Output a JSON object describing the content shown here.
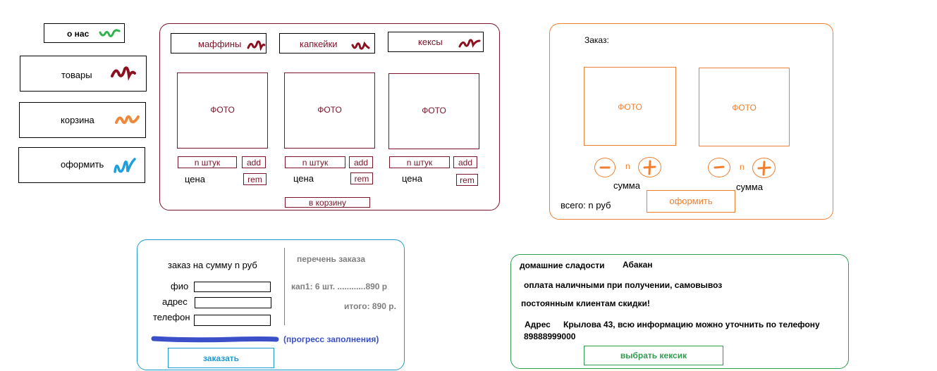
{
  "nav": {
    "about": "о нас",
    "products": "товары",
    "cart": "корзина",
    "checkout": "оформить"
  },
  "catalog": {
    "tabs": [
      "маффины",
      "капкейки",
      "кексы"
    ],
    "photo_label": "ФОТО",
    "qty_label": "n штук",
    "add_label": "add",
    "rem_label": "rem",
    "price_label": "цена",
    "to_cart": "в корзину"
  },
  "order": {
    "title": "Заказ:",
    "photo_label": "ФОТО",
    "minus": "−",
    "plus": "+",
    "qty": "n",
    "sum_label": "сумма",
    "total": "всего: n руб",
    "checkout_button": "оформить"
  },
  "form": {
    "summary": "заказ на сумму n руб",
    "fio_label": "фио",
    "address_label": "адрес",
    "phone_label": "телефон",
    "progress_label": "(прогресс заполнения)",
    "submit": "заказать",
    "list_title": "перечень заказа",
    "item_line": "кап1: 6 шт. ............890 р",
    "total_line": "итого: 890 р."
  },
  "info": {
    "shop": "домашние сладости",
    "city": "Абакан",
    "payment": "оплата наличными при получении, самовывоз",
    "discount": "постоянным клиентам  скидки!",
    "address_label": "Адрес",
    "address_text": "Крылова 43, всю информацию можно уточнить по телефону",
    "phone": "89888999000",
    "choose_button": "выбрать кексик"
  },
  "colors": {
    "maroon": "#7a1428",
    "orange": "#f08030",
    "blue": "#1f9ad0",
    "green": "#2e9e4e",
    "progress": "#3a4fc8",
    "scribble_green": "#2fb34a",
    "scribble_maroon": "#8b1020",
    "scribble_orange": "#f0883a",
    "scribble_blue": "#1ea0dc"
  }
}
